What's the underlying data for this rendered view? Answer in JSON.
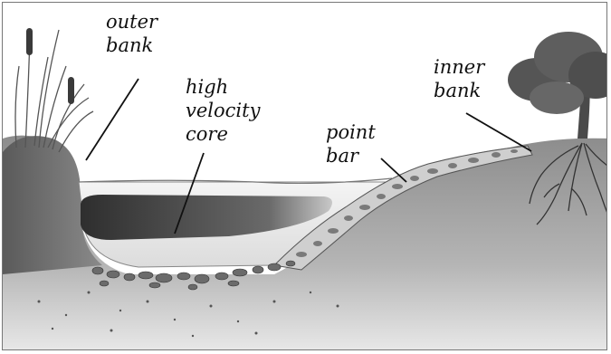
{
  "labels": {
    "outer_bank": [
      "outer",
      "bank"
    ],
    "high_velocity_core": [
      "high",
      "velocity",
      "core"
    ],
    "point_bar": [
      "point",
      "bar"
    ],
    "inner_bank": [
      "inner",
      "bank"
    ]
  },
  "colors": {
    "water_dark": "#3a3a3a",
    "soil_gray": "#9a9a9a",
    "gravel": "#6b6b6b",
    "background": "#ffffff",
    "text": "#111111"
  }
}
